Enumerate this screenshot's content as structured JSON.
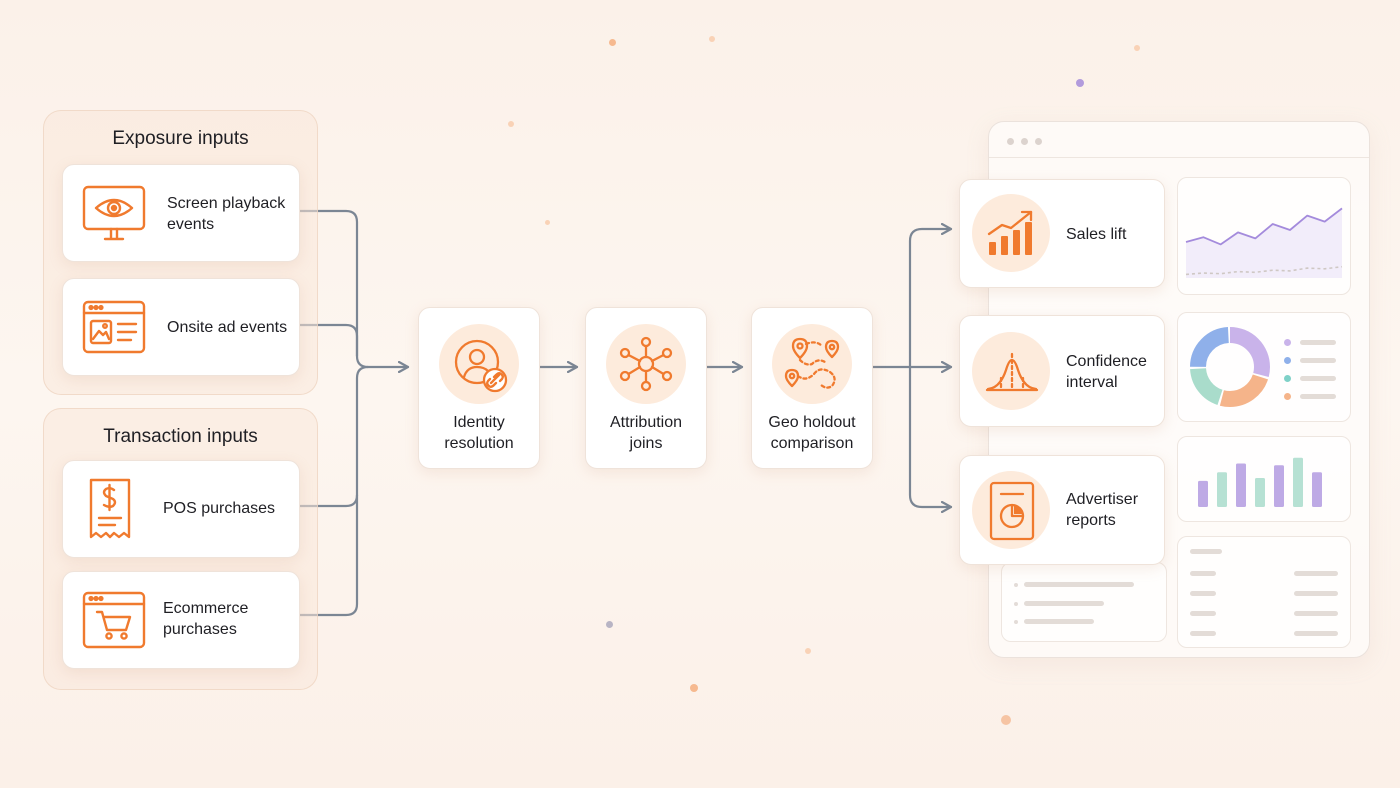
{
  "groups": {
    "exposure": {
      "title": "Exposure inputs",
      "items": [
        {
          "label": "Screen playback\nevents",
          "icon": "monitor-eye-icon"
        },
        {
          "label": "Onsite ad events",
          "icon": "browser-ad-icon"
        }
      ]
    },
    "transaction": {
      "title": "Transaction inputs",
      "items": [
        {
          "label": "POS purchases",
          "icon": "receipt-dollar-icon"
        },
        {
          "label": "Ecommerce\npurchases",
          "icon": "browser-cart-icon"
        }
      ]
    }
  },
  "steps": [
    {
      "label": "Identity\nresolution",
      "icon": "user-link-icon"
    },
    {
      "label": "Attribution\njoins",
      "icon": "network-hub-icon"
    },
    {
      "label": "Geo holdout\ncomparison",
      "icon": "map-pins-icon"
    }
  ],
  "outputs": [
    {
      "label": "Sales lift",
      "icon": "trending-bars-icon"
    },
    {
      "label": "Confidence\ninterval",
      "icon": "bell-curve-icon"
    },
    {
      "label": "Advertiser\nreports",
      "icon": "report-pie-icon"
    }
  ],
  "colors": {
    "accent": "#f07a2e",
    "accent_soft": "#fdebdc",
    "connector": "#7b8694",
    "line_chart": "#a48bdc",
    "donut": [
      "#c9b3ea",
      "#f5b48a",
      "#a9dccb",
      "#8fb0ea"
    ],
    "bars": [
      "#b39be0",
      "#a9dccb"
    ]
  },
  "dashboard": {
    "mini_line_chart": {
      "series_a": [
        30,
        34,
        28,
        38,
        33,
        45,
        40,
        52,
        47,
        58
      ],
      "series_b": [
        8,
        10,
        9,
        12,
        11,
        14,
        13,
        17,
        16,
        19
      ]
    },
    "mini_donut": [
      0.3,
      0.25,
      0.2,
      0.25
    ],
    "mini_bars": [
      0.45,
      0.6,
      0.75,
      0.5,
      0.72,
      0.85,
      0.6
    ]
  }
}
